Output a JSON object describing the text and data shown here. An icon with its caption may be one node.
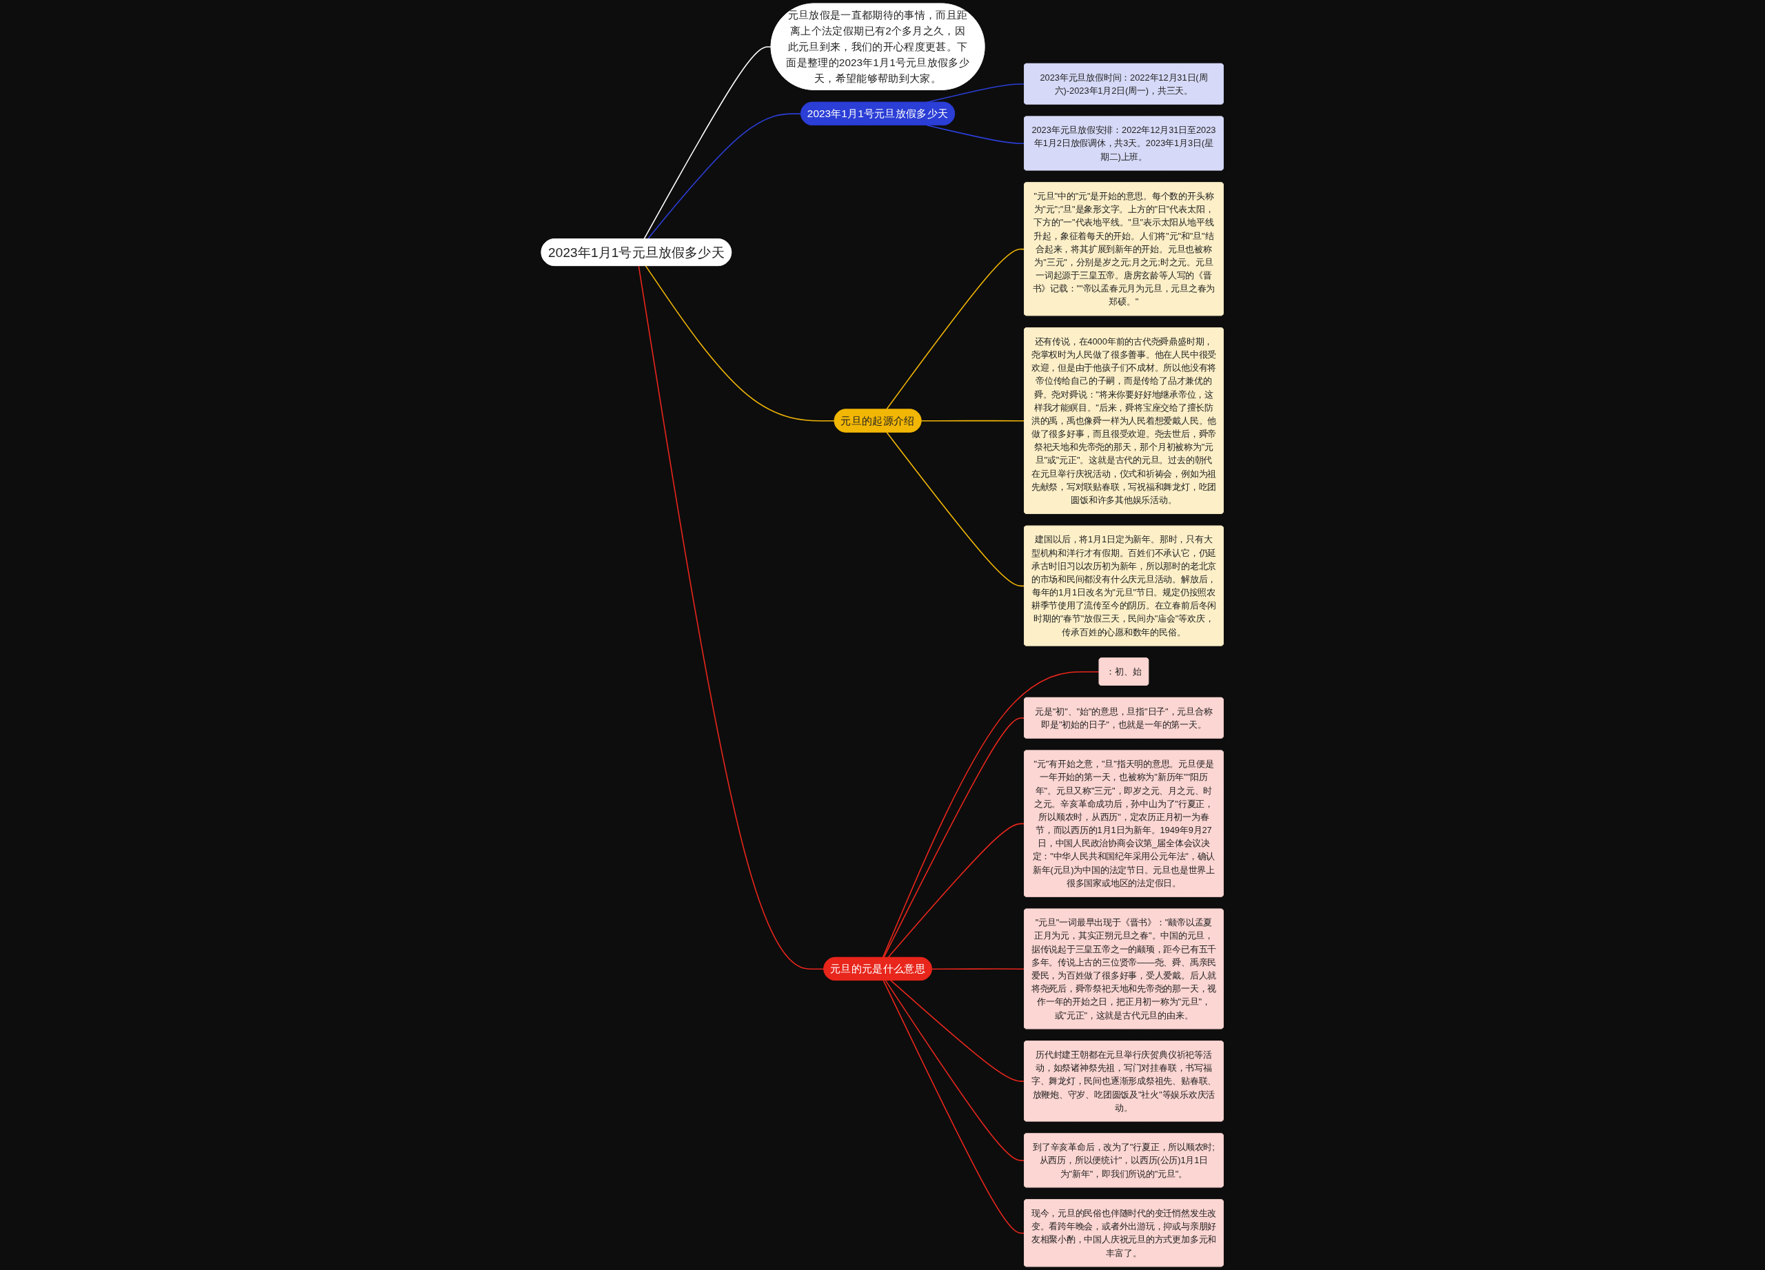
{
  "diagram": {
    "nodes": [
      {
        "text": [
          "2023年1月1号元旦放假多少天"
        ]
      },
      {
        "text": [
          "元旦放假是一直都期待的事情，而且距离上个法定假期已有2个多月之久，因此元旦到来，我们的开心程度更甚。下面是整理的2023年1月1号元旦放假多少天，希望能够帮助到大家。"
        ]
      },
      {
        "text": [
          "2023年1月1号元旦放假多少天"
        ]
      },
      {
        "text": [
          "2023年元旦放假时间：2022年12月31日(周六)-2023年1月2日(周一)，共三天。"
        ]
      },
      {
        "text": [
          "2023年元旦放假安排：2022年12月31日至2023年1月2日放假调休，共3天。2023年1月3日(星期二)上班。"
        ]
      },
      {
        "text": [
          "元旦的起源介绍"
        ]
      },
      {
        "text": [
          "\"元旦\"中的\"元\"是开始的意思。每个数的开头称为\"元\";\"旦\"是象形文字。上方的\"日\"代表太阳，下方的\"一\"代表地平线。\"旦\"表示太阳从地平线升起，象征着每天的开始。人们将\"元\"和\"旦\"结合起来，将其扩展到新年的开始。元旦也被称为\"三元\"，分别是岁之元;月之元;时之元。元旦一词起源于三皇五帝。唐房玄龄等人写的《晋书》记载：\"\"帝以孟春元月为元旦，元旦之春为郑硕。\""
        ]
      },
      {
        "text": [
          "还有传说，在4000年前的古代尧舜鼎盛时期，尧掌权时为人民做了很多善事。他在人民中很受欢迎，但是由于他孩子们不成材。所以他没有将帝位传给自己的子嗣，而是传给了品才兼优的舜。尧对舜说：\"将来你要好好地继承帝位，这样我才能瞑目。\"后来，舜将宝座交给了擅长防洪的禹，禹也像舜一样为人民着想爱戴人民。他做了很多好事，而且很受欢迎。尧去世后，舜帝祭祀天地和先帝尧的那天，那个月初被称为\"元旦\"或\"元正\"。这就是古代的元旦。过去的朝代在元旦举行庆祝活动，仪式和祈祷会，例如为祖先献祭，写对联贴春联，写祝福和舞龙灯，吃团圆饭和许多其他娱乐活动。"
        ]
      },
      {
        "text": [
          "建国以后，将1月1日定为新年。那时，只有大型机构和洋行才有假期。百姓们不承认它，仍延承古时旧习以农历初为新年，所以那时的老北京的市场和民间都没有什么庆元旦活动。解放后，每年的1月1日改名为\"元旦\"节日。规定仍按照农耕季节使用了流传至今的阴历。在立春前后冬闲时期的\"春节\"放假三天，民间办\"庙会\"等欢庆，传承百姓的心愿和数年的民俗。"
        ]
      },
      {
        "text": [
          "元旦的元是什么意思"
        ]
      },
      {
        "text": [
          "：初、始"
        ]
      },
      {
        "text": [
          "元是\"初\"、\"始\"的意思，旦指\"日子\"，元旦合称即是\"初始的日子\"，也就是一年的第一天。"
        ]
      },
      {
        "text": [
          "\"元\"有开始之意，\"旦\"指天明的意思。元旦便是一年开始的第一天，也被称为\"新历年\"\"阳历年\"。元旦又称\"三元\"，即岁之元、月之元、时之元。辛亥革命成功后，孙中山为了\"行夏正，所以顺农时，从西历\"，定农历正月初一为春节，而以西历的1月1日为新年。1949年9月27日，中国人民政治协商会议第_届全体会议决定：\"中华人民共和国纪年采用公元年法\"，确认新年(元旦)为中国的法定节日。元旦也是世界上很多国家或地区的法定假日。"
        ]
      },
      {
        "text": [
          "\"元旦\"一词最早出现于《晋书》：\"颛帝以孟夏正月为元，其实正朔元旦之春\"。中国的元旦，据传说起于三皇五帝之一的颛顼，距今已有五千多年。传说上古的三位贤帝——尧、舜、禹亲民爱民，为百姓做了很多好事，受人爱戴。后人就将尧死后，舜帝祭祀天地和先帝尧的那一天，视作一年的开始之日，把正月初一称为\"元旦\"，或\"元正\"，这就是古代元旦的由来。"
        ]
      },
      {
        "text": [
          "历代封建王朝都在元旦举行庆贺典仪祈祀等活动，如祭诸神祭先祖，写门对挂春联，书写福字、舞龙灯，民间也逐渐形成祭祖先、贴春联、放鞭炮、守岁、吃团圆饭及\"社火\"等娱乐欢庆活动。"
        ]
      },
      {
        "text": [
          "到了辛亥革命后，改为了\"行夏正，所以顺农时;从西历，所以便统计\"，以西历(公历)1月1日为\"新年\"，即我们所说的\"元旦\"。"
        ]
      },
      {
        "text": [
          "现今，元旦的民俗也伴随时代的变迁悄然发生改变。看跨年晚会，或者外出游玩，抑或与亲朋好友相聚小酌，中国人庆祝元旦的方式更加多元和丰富了。"
        ]
      }
    ],
    "edges": [
      {
        "from": 0,
        "to": 1,
        "arrow": "none",
        "color": "#ffffff"
      },
      {
        "from": 0,
        "to": 2,
        "arrow": "none",
        "color": "#2b3ed6"
      },
      {
        "from": 2,
        "to": 3,
        "arrow": "none",
        "color": "#2b3ed6"
      },
      {
        "from": 2,
        "to": 4,
        "arrow": "none",
        "color": "#2b3ed6"
      },
      {
        "from": 0,
        "to": 5,
        "arrow": "none",
        "color": "#f2b705"
      },
      {
        "from": 5,
        "to": 6,
        "arrow": "none",
        "color": "#f2b705"
      },
      {
        "from": 5,
        "to": 7,
        "arrow": "none",
        "color": "#f2b705"
      },
      {
        "from": 5,
        "to": 8,
        "arrow": "none",
        "color": "#f2b705"
      },
      {
        "from": 0,
        "to": 9,
        "arrow": "none",
        "color": "#e8261c"
      },
      {
        "from": 9,
        "to": 10,
        "arrow": "none",
        "color": "#e8261c"
      },
      {
        "from": 9,
        "to": 11,
        "arrow": "none",
        "color": "#e8261c"
      },
      {
        "from": 9,
        "to": 12,
        "arrow": "none",
        "color": "#e8261c"
      },
      {
        "from": 9,
        "to": 13,
        "arrow": "none",
        "color": "#e8261c"
      },
      {
        "from": 9,
        "to": 14,
        "arrow": "none",
        "color": "#e8261c"
      },
      {
        "from": 9,
        "to": 15,
        "arrow": "none",
        "color": "#e8261c"
      },
      {
        "from": 9,
        "to": 16,
        "arrow": "none",
        "color": "#e8261c"
      }
    ]
  }
}
